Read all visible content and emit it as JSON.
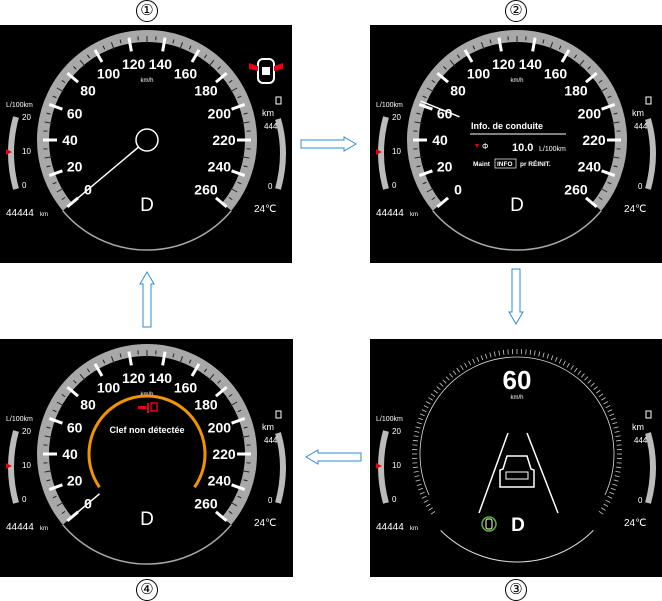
{
  "step_labels": [
    "①",
    "②",
    "③",
    "④"
  ],
  "speedo": {
    "ticks": [
      "0",
      "20",
      "40",
      "60",
      "80",
      "100",
      "120",
      "140",
      "160",
      "180",
      "200",
      "220",
      "240",
      "260"
    ],
    "unit": "km/h"
  },
  "common": {
    "fuel_unit": "L/100km",
    "fuel_ticks": [
      "20",
      "10",
      "0"
    ],
    "odometer_value": "44444",
    "odometer_unit": "km",
    "range_unit": "km",
    "range_value": "444",
    "range_zero": "0",
    "temperature": "24℃",
    "gear": "D"
  },
  "panel1": {
    "speed": 0,
    "icon": "door-open-warning-icon"
  },
  "panel2": {
    "title": "Info. de conduite",
    "fuel_value": "10.0",
    "fuel_unit": "L/100km",
    "reset_prefix": "Maint",
    "reset_key": "INFO",
    "reset_suffix": "pr RÉINIT.",
    "speed": 62
  },
  "panel3": {
    "speed_value": "60",
    "speed_unit": "km/h",
    "icon": "vehicle-status-icon"
  },
  "panel4": {
    "message": "Clef non détectée",
    "speed": 0,
    "icon": "key-warning-icon"
  },
  "colors": {
    "warning_orange": "#f29400",
    "red": "#e60012",
    "green": "#5db82e",
    "arrow_blue": "#2e8bd8"
  }
}
